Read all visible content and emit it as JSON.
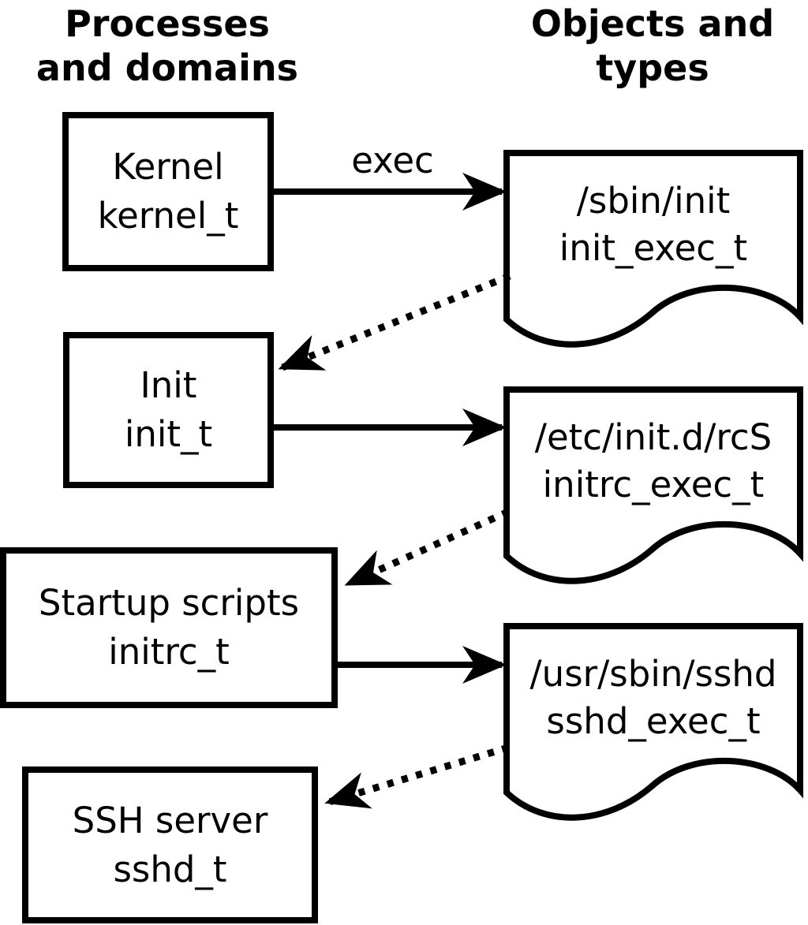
{
  "headers": {
    "processes": "Processes\nand domains",
    "objects": "Objects and\ntypes"
  },
  "processes": {
    "kernel": {
      "name": "Kernel",
      "type": "kernel_t"
    },
    "init": {
      "name": "Init",
      "type": "init_t"
    },
    "startup": {
      "name": "Startup scripts",
      "type": "initrc_t"
    },
    "sshd": {
      "name": "SSH server",
      "type": "sshd_t"
    }
  },
  "objects": {
    "sbin_init": {
      "path": "/sbin/init",
      "type": "init_exec_t"
    },
    "rcs": {
      "path": "/etc/init.d/rcS",
      "type": "initrc_exec_t"
    },
    "sshd": {
      "path": "/usr/sbin/sshd",
      "type": "sshd_exec_t"
    }
  },
  "edges": [
    {
      "from": "kernel_t",
      "to": "/sbin/init (init_exec_t)",
      "label": "exec",
      "style": "solid"
    },
    {
      "from": "init_exec_t",
      "to": "init_t",
      "label": "",
      "style": "dotted"
    },
    {
      "from": "init_t",
      "to": "/etc/init.d/rcS (initrc_exec_t)",
      "label": "",
      "style": "solid"
    },
    {
      "from": "initrc_exec_t",
      "to": "initrc_t",
      "label": "",
      "style": "dotted"
    },
    {
      "from": "initrc_t",
      "to": "/usr/sbin/sshd (sshd_exec_t)",
      "label": "",
      "style": "solid"
    },
    {
      "from": "sshd_exec_t",
      "to": "sshd_t",
      "label": "",
      "style": "dotted"
    }
  ],
  "colors": {
    "ink": "#000000",
    "paper": "#ffffff"
  }
}
